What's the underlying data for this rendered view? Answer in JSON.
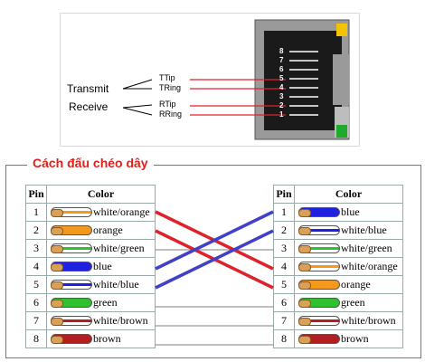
{
  "jack": {
    "transmit_label": "Transmit",
    "receive_label": "Receive",
    "ttip": "TTip",
    "tring": "TRing",
    "rtip": "RTip",
    "rring": "RRing",
    "pins": [
      "8",
      "7",
      "6",
      "5",
      "4",
      "3",
      "2",
      "1"
    ]
  },
  "crossover": {
    "title": "Cách đấu chéo dây",
    "pin_header": "Pin",
    "color_header": "Color",
    "left_rows": [
      {
        "pin": "1",
        "color": "white/orange",
        "main": "#ffffff",
        "stripe": "#f39a1e"
      },
      {
        "pin": "2",
        "color": "orange",
        "main": "#f39a1e",
        "stripe": "#f39a1e"
      },
      {
        "pin": "3",
        "color": "white/green",
        "main": "#ffffff",
        "stripe": "#2fbf2f"
      },
      {
        "pin": "4",
        "color": "blue",
        "main": "#2020e0",
        "stripe": "#2020e0"
      },
      {
        "pin": "5",
        "color": "white/blue",
        "main": "#ffffff",
        "stripe": "#2020e0"
      },
      {
        "pin": "6",
        "color": "green",
        "main": "#2fbf2f",
        "stripe": "#2fbf2f"
      },
      {
        "pin": "7",
        "color": "white/brown",
        "main": "#ffffff",
        "stripe": "#b02020"
      },
      {
        "pin": "8",
        "color": "brown",
        "main": "#b02020",
        "stripe": "#b02020"
      }
    ],
    "right_rows": [
      {
        "pin": "1",
        "color": "blue",
        "main": "#2020e0",
        "stripe": "#2020e0"
      },
      {
        "pin": "2",
        "color": "white/blue",
        "main": "#ffffff",
        "stripe": "#2020e0"
      },
      {
        "pin": "3",
        "color": "white/green",
        "main": "#ffffff",
        "stripe": "#2fbf2f"
      },
      {
        "pin": "4",
        "color": "white/orange",
        "main": "#ffffff",
        "stripe": "#f39a1e"
      },
      {
        "pin": "5",
        "color": "orange",
        "main": "#f39a1e",
        "stripe": "#f39a1e"
      },
      {
        "pin": "6",
        "color": "green",
        "main": "#2fbf2f",
        "stripe": "#2fbf2f"
      },
      {
        "pin": "7",
        "color": "white/brown",
        "main": "#ffffff",
        "stripe": "#b02020"
      },
      {
        "pin": "8",
        "color": "brown",
        "main": "#b02020",
        "stripe": "#b02020"
      }
    ],
    "colors": {
      "red_wire": "#e0202a",
      "blue_wire": "#4040c8",
      "gray_wire": "#9a9a9a"
    }
  }
}
